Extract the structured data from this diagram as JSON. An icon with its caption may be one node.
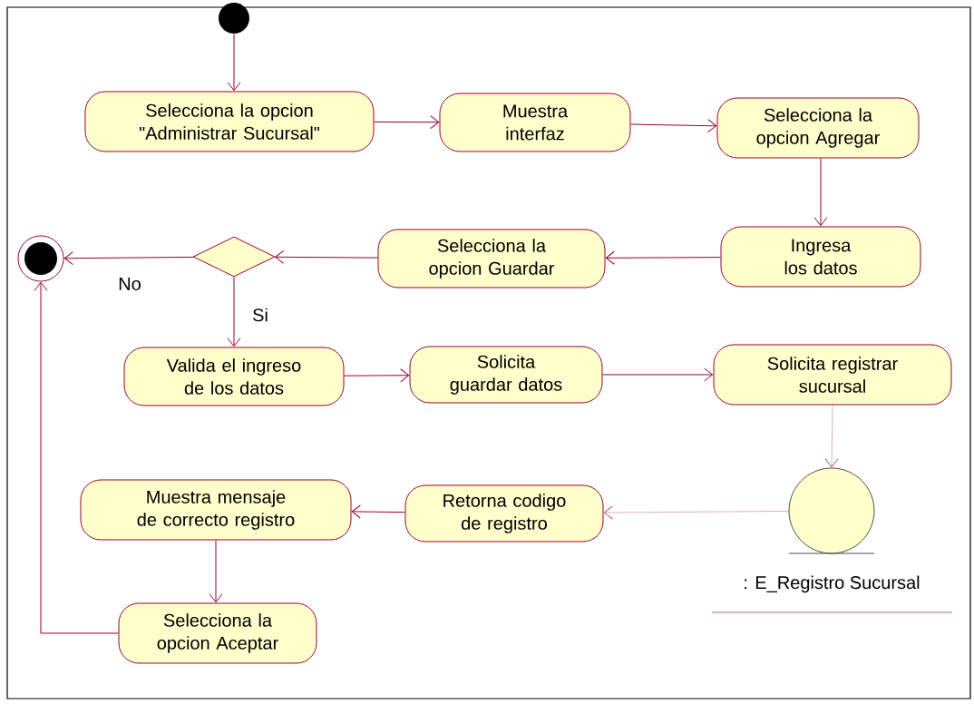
{
  "diagram": {
    "nodes": [
      {
        "text": [],
        "shape": "circle"
      },
      {
        "text": [
          "Selecciona la opcion \"Administrar Sucursal\""
        ]
      },
      {
        "text": [
          "Muestra interfaz"
        ]
      },
      {
        "text": [
          "Selecciona la opcion Agregar"
        ]
      },
      {
        "text": [],
        "shape": "circle"
      },
      {
        "text": [],
        "shape": "diamond"
      },
      {
        "text": [
          "Selecciona la opcion Guardar"
        ]
      },
      {
        "text": [
          "Ingresa los datos"
        ]
      },
      {
        "text": [
          "Valida el ingreso de los datos"
        ]
      },
      {
        "text": [
          "Solicita guardar datos"
        ]
      },
      {
        "text": [
          "Solicita registrar sucursal"
        ]
      },
      {
        "text": [
          "Muestra mensaje de correcto registro"
        ]
      },
      {
        "text": [
          "Retorna codigo de registro"
        ]
      },
      {
        "text": [],
        "shape": "circle",
        "beside": [
          ": E_Registro Sucursal"
        ]
      },
      {
        "text": [
          "Selecciona la opcion Aceptar"
        ]
      }
    ],
    "edges": [
      {
        "from": 0,
        "to": 1,
        "arrow": "to"
      },
      {
        "from": 1,
        "to": 2,
        "arrow": "to"
      },
      {
        "from": 2,
        "to": 3,
        "arrow": "to"
      },
      {
        "from": 3,
        "to": 7,
        "arrow": "to"
      },
      {
        "from": 7,
        "to": 6,
        "arrow": "to"
      },
      {
        "from": 6,
        "to": 5,
        "arrow": "to"
      },
      {
        "from": 5,
        "to": 4,
        "arrow": "to",
        "label": "No"
      },
      {
        "from": 5,
        "to": 8,
        "arrow": "to",
        "label": "Si"
      },
      {
        "from": 8,
        "to": 9,
        "arrow": "to"
      },
      {
        "from": 9,
        "to": 10,
        "arrow": "to"
      },
      {
        "from": 10,
        "to": 13,
        "arrow": "to",
        "style": "dashed",
        "color": "#c06080"
      },
      {
        "from": 13,
        "to": 12,
        "arrow": "to",
        "style": "dashed",
        "color": "#c06080"
      },
      {
        "from": 12,
        "to": 11,
        "arrow": "to"
      },
      {
        "from": 11,
        "to": 14,
        "arrow": "to"
      },
      {
        "from": 14,
        "to": 4,
        "arrow": "to"
      }
    ]
  }
}
